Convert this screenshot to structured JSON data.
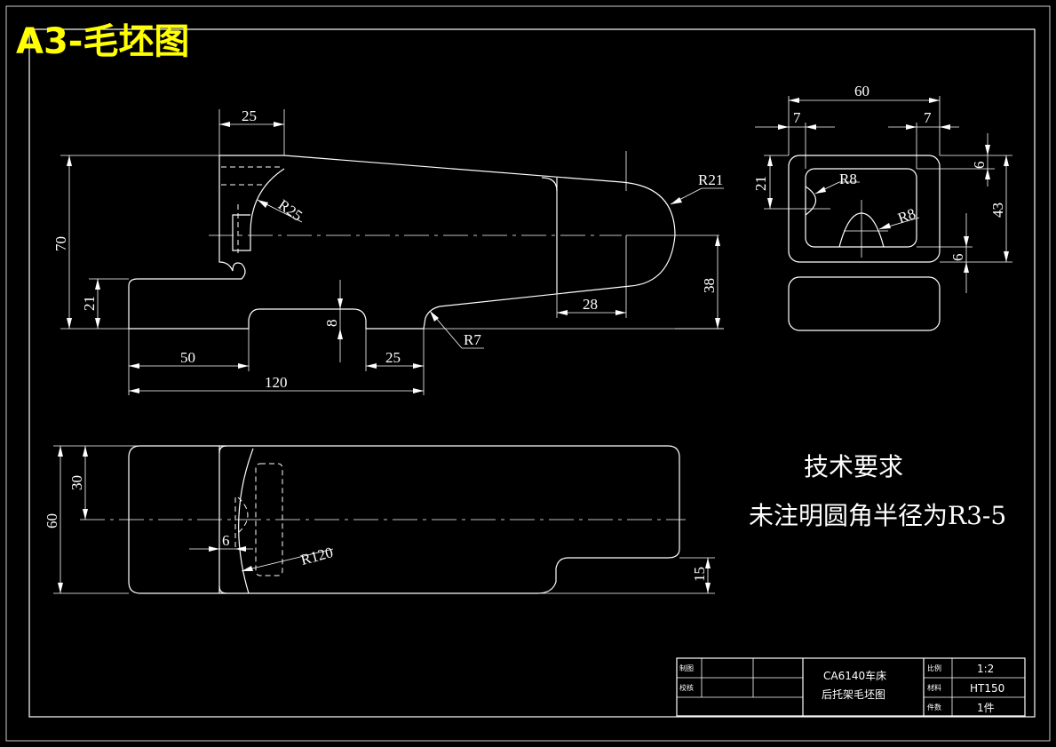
{
  "sheet_title": "A3-毛坯图",
  "technical_requirements": {
    "heading": "技术要求",
    "note": "未注明圆角半径为R3-5"
  },
  "front_view_dims": {
    "d25_top": "25",
    "r25": "R25",
    "r21": "R21",
    "d70": "70",
    "d21": "21",
    "d8": "8",
    "d28": "28",
    "d38": "38",
    "r7": "R7",
    "d50": "50",
    "d25_bottom": "25",
    "d120": "120"
  },
  "side_view_dims": {
    "d60": "60",
    "d7_left": "7",
    "d7_right": "7",
    "d21": "21",
    "r8_left": "R8",
    "r8_right": "R8",
    "d6_top": "6",
    "d43": "43",
    "d6_bottom": "6"
  },
  "top_view_dims": {
    "d60": "60",
    "d30": "30",
    "d6": "6",
    "r120": "R120",
    "d15": "15"
  },
  "title_block": {
    "drawn_label": "制图",
    "checked_label": "校核",
    "part_name_line1": "CA6140车床",
    "part_name_line2": "后托架毛坯图",
    "scale_label": "比例",
    "scale_value": "1:2",
    "material_label": "材料",
    "material_value": "HT150",
    "quantity_label": "件数",
    "quantity_value": "1件"
  }
}
